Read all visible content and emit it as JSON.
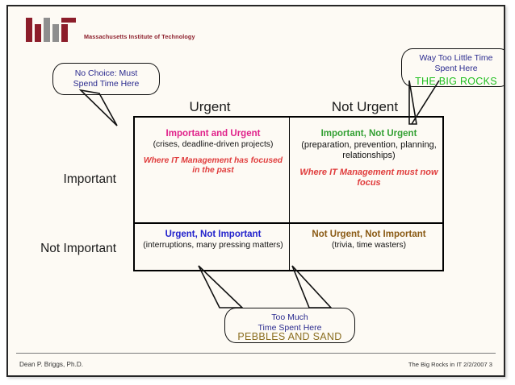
{
  "slide": {
    "logo": {
      "wordmark": "MIT",
      "subtitle": "Massachusetts Institute of Technology",
      "red": "#8c1d2a",
      "gray": "#8e8e8e"
    },
    "matrix": {
      "column_headers": [
        "Urgent",
        "Not Urgent"
      ],
      "row_headers": [
        "Important",
        "Not Important"
      ],
      "cells": [
        {
          "id": "important-and-urgent",
          "title": "Important and Urgent",
          "title_color": "#e0218a",
          "subtitle": "(crises, deadline-driven projects)",
          "note": "Where IT Management has focused in the past"
        },
        {
          "id": "important-not-urgent",
          "title": "Important, Not Urgent",
          "title_color": "#33a033",
          "subtitle": "(preparation, prevention, planning, relationships)",
          "note": "Where IT Management must now focus"
        },
        {
          "id": "urgent-not-important",
          "title": "Urgent, Not Important",
          "title_color": "#2222cc",
          "subtitle": "(interruptions, many pressing matters)",
          "note": ""
        },
        {
          "id": "not-urgent-not-important",
          "title": "Not Urgent, Not Important",
          "title_color": "#8a5a14",
          "subtitle": "(trivia, time wasters)",
          "note": ""
        }
      ]
    },
    "callouts": [
      {
        "id": "no-choice",
        "line1": "No Choice: Must",
        "line2": "Spend Time Here",
        "color": "#2b2b8f"
      },
      {
        "id": "way-too-little-time",
        "line1": "Way Too Little Time",
        "line2": "Spent Here",
        "color": "#2b2b8f",
        "emphasis": "THE BIG ROCKS",
        "emphasis_color": "#1fbf1f"
      },
      {
        "id": "too-much-time",
        "line1": "Too Much",
        "line2": "Time Spent Here",
        "color": "#2b2b8f",
        "emphasis": "PEBBLES AND SAND",
        "emphasis_color": "#8a6d1f"
      }
    ],
    "footer": {
      "left": "Dean P. Briggs, Ph.D.",
      "right": "The Big Rocks in IT 2/2/2007  3"
    }
  }
}
